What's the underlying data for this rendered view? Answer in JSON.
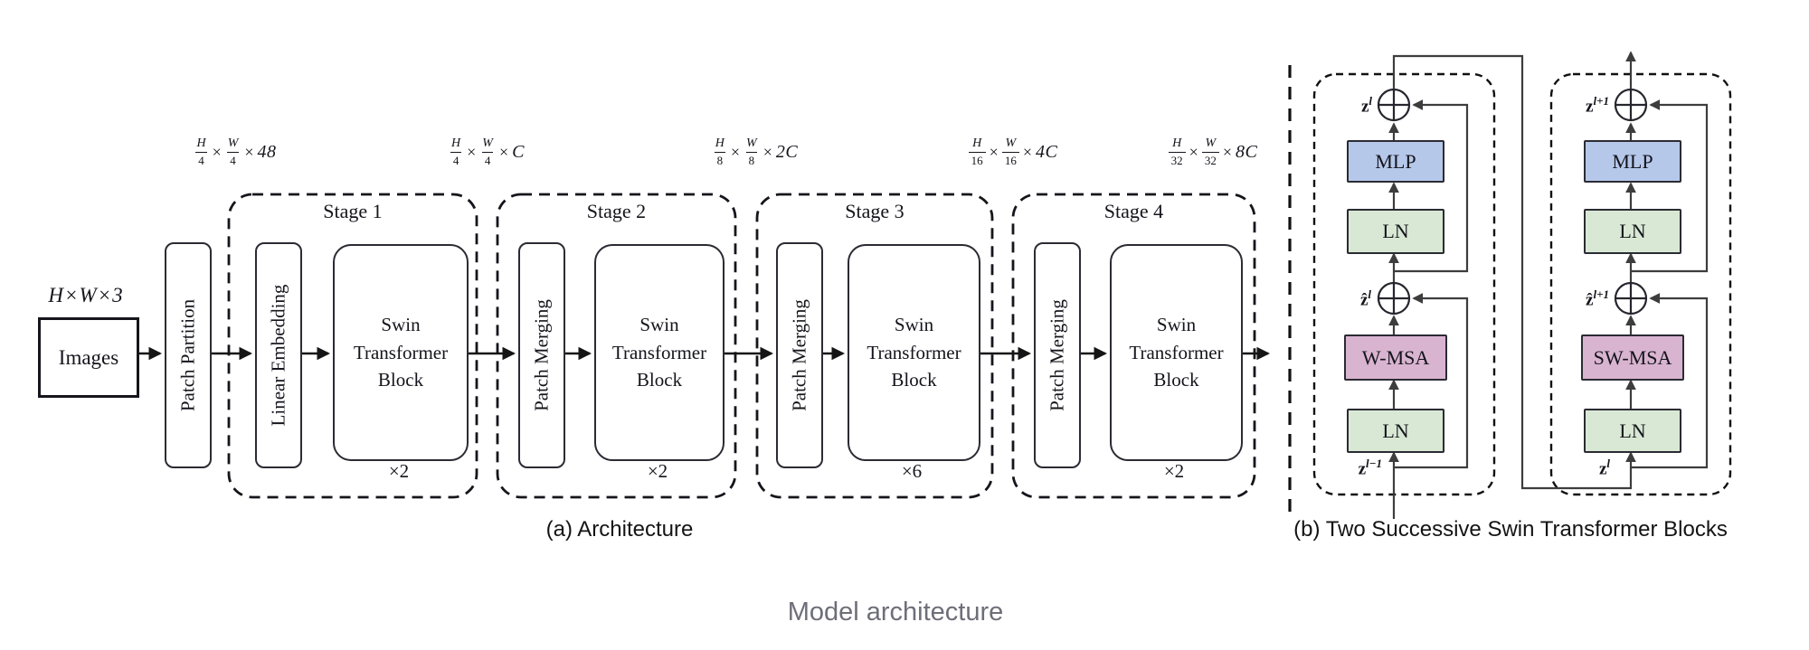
{
  "figure": {
    "caption_a": "(a) Architecture",
    "caption_b": "(b) Two Successive Swin Transformer Blocks",
    "page_caption": "Model architecture"
  },
  "panel_a": {
    "input_dim": "H×W×3",
    "input_box": "Images",
    "patch_partition": "Patch Partition",
    "dims": [
      {
        "n1": "H",
        "d1": "4",
        "n2": "W",
        "d2": "4",
        "times": "×",
        "val": "48"
      },
      {
        "n1": "H",
        "d1": "4",
        "n2": "W",
        "d2": "4",
        "times": "×",
        "val": "C"
      },
      {
        "n1": "H",
        "d1": "8",
        "n2": "W",
        "d2": "8",
        "times": "×",
        "val": "2C"
      },
      {
        "n1": "H",
        "d1": "16",
        "n2": "W",
        "d2": "16",
        "times": "×",
        "val": "4C"
      },
      {
        "n1": "H",
        "d1": "32",
        "n2": "W",
        "d2": "32",
        "times": "×",
        "val": "8C"
      }
    ],
    "stages": [
      {
        "title": "Stage 1",
        "pre": "Linear Embedding",
        "block": "Swin Transformer Block",
        "mult": "×2"
      },
      {
        "title": "Stage 2",
        "pre": "Patch Merging",
        "block": "Swin Transformer Block",
        "mult": "×2"
      },
      {
        "title": "Stage 3",
        "pre": "Patch Merging",
        "block": "Swin Transformer Block",
        "mult": "×6"
      },
      {
        "title": "Stage 4",
        "pre": "Patch Merging",
        "block": "Swin Transformer Block",
        "mult": "×2"
      }
    ]
  },
  "panel_b": {
    "blocks": [
      {
        "out_z": "z",
        "out_sup": "l",
        "mlp": "MLP",
        "ln1": "LN",
        "mid_z": "ẑ",
        "mid_sup": "l",
        "msa": "W-MSA",
        "ln2": "LN",
        "in_z": "z",
        "in_sup": "l−1"
      },
      {
        "out_z": "z",
        "out_sup": "l+1",
        "mlp": "MLP",
        "ln1": "LN",
        "mid_z": "ẑ",
        "mid_sup": "l+1",
        "msa": "SW-MSA",
        "ln2": "LN",
        "in_z": "z",
        "in_sup": "l"
      }
    ]
  },
  "colors": {
    "mlp_fill": "#b6c8ea",
    "ln_fill": "#d8e8d4",
    "msa_fill": "#d9b4d0",
    "arrow": "#151515",
    "wire": "#3d3d3d",
    "page_caption": "#6e6e79"
  }
}
